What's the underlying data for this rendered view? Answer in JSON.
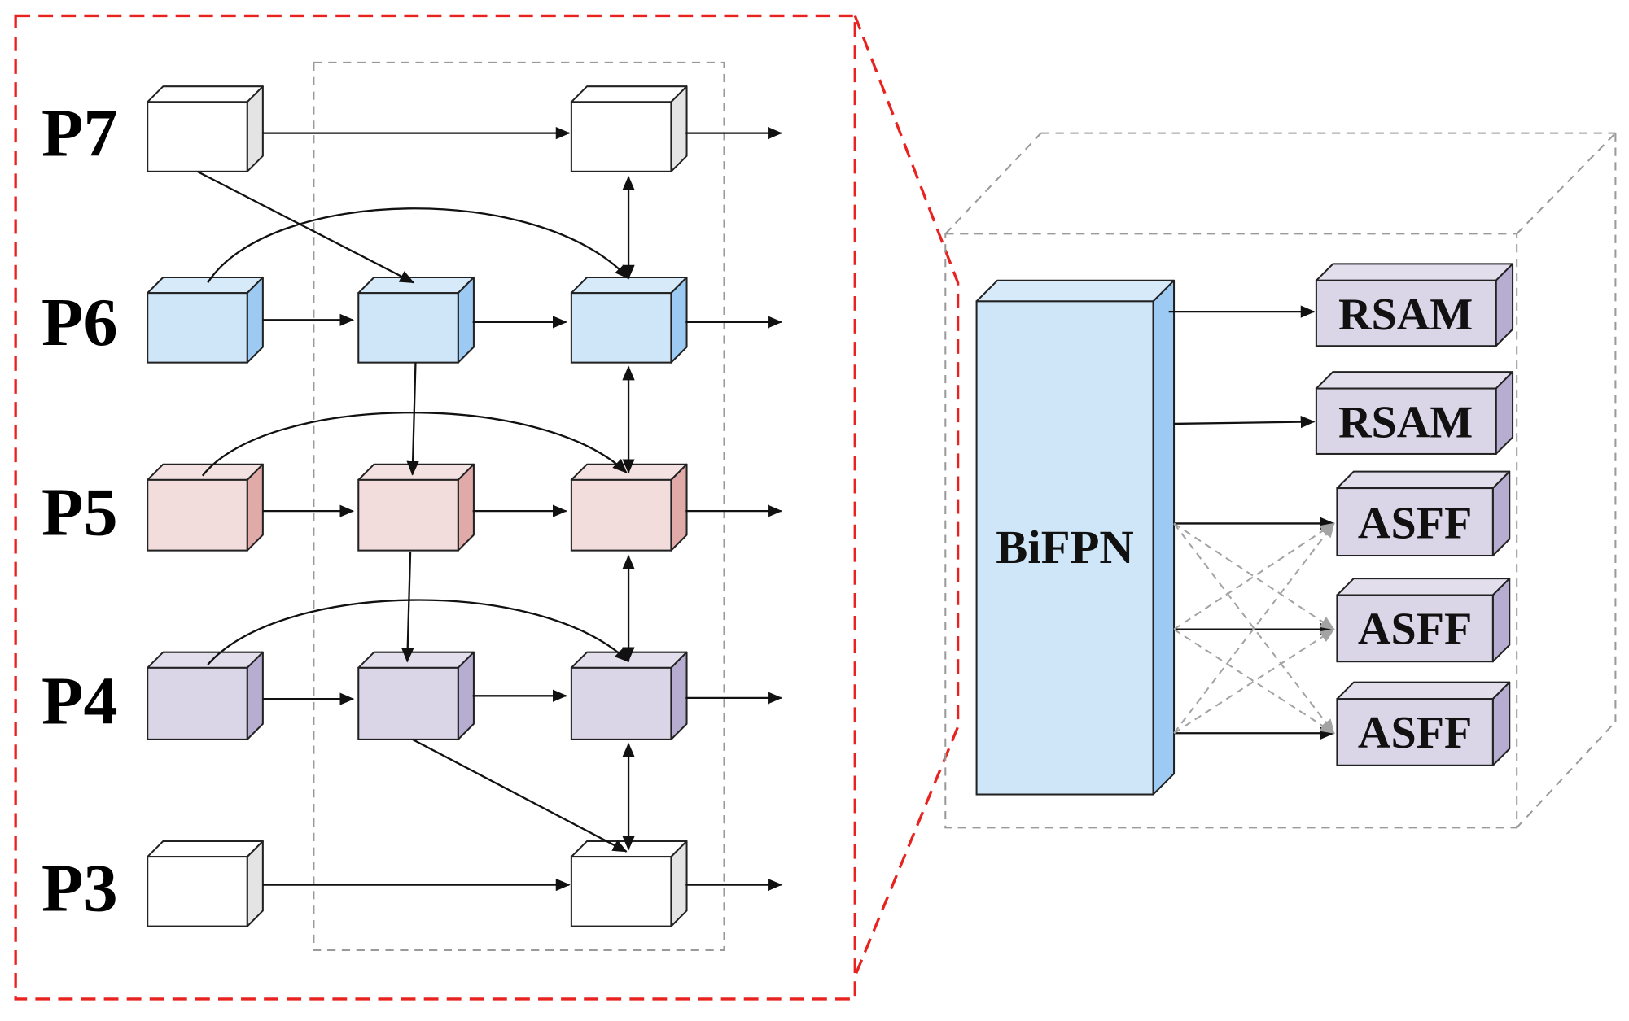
{
  "levels": {
    "p7": "P7",
    "p6": "P6",
    "p5": "P5",
    "p4": "P4",
    "p3": "P3"
  },
  "right_panel": {
    "bifpn": "BiFPN",
    "rsam": [
      "RSAM",
      "RSAM"
    ],
    "asff": [
      "ASFF",
      "ASFF",
      "ASFF"
    ]
  },
  "colors": {
    "white": {
      "front": "#ffffff",
      "top": "#ffffff",
      "side": "#e4e4e4"
    },
    "blue": {
      "front": "#cfe6f9",
      "top": "#d6eafa",
      "side": "#9dcaf2"
    },
    "pink": {
      "front": "#f2dcdc",
      "top": "#f4e1e1",
      "side": "#dfaaa8"
    },
    "purple": {
      "front": "#dbd6e7",
      "top": "#e2deec",
      "side": "#b7add0"
    }
  },
  "line_colors": {
    "arrow": "#111111",
    "block_outline": "#222222",
    "frame_red": "#e8231f",
    "dashed_gray": "#9a9a9a",
    "cross_gray": "#a3a3a3"
  }
}
